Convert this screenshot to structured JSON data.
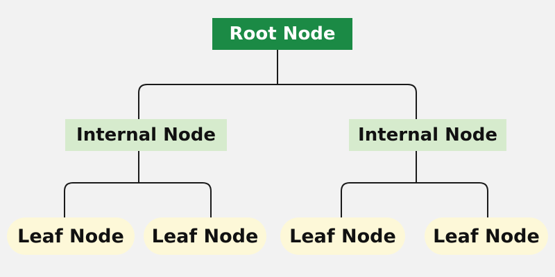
{
  "colors": {
    "background": "#f2f2f2",
    "root_fill": "#1b8a45",
    "internal_fill": "#d6ebcd",
    "leaf_fill": "#fdf8d8",
    "connector": "#1a1a1a",
    "text": "#111111",
    "root_text": "#ffffff"
  },
  "tree": {
    "root": {
      "label": "Root Node"
    },
    "internal": [
      {
        "label": "Internal Node",
        "leaves": [
          {
            "label": "Leaf Node"
          },
          {
            "label": "Leaf Node"
          }
        ]
      },
      {
        "label": "Internal Node",
        "leaves": [
          {
            "label": "Leaf Node"
          },
          {
            "label": "Leaf Node"
          }
        ]
      }
    ]
  }
}
